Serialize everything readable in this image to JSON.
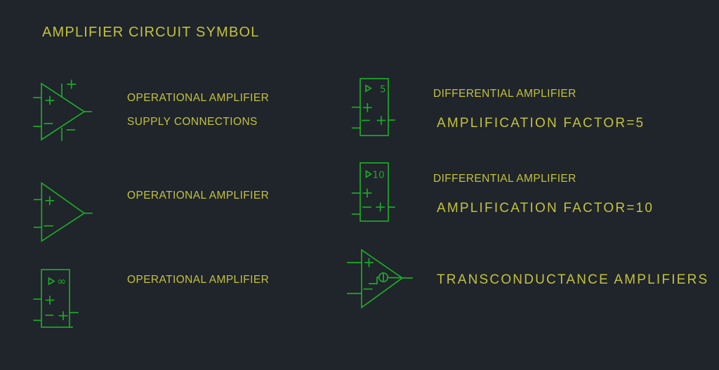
{
  "title": "AMPLIFIER CIRCUIT SYMBOL",
  "colors": {
    "background": "#20242b",
    "line_green": "#1bab27",
    "text_yellow": "#c2c33c"
  },
  "entries": [
    {
      "symbol": "operational-amplifier-with-supply-connections",
      "marks": {
        "inputs": [
          "+",
          "−"
        ],
        "supply": [
          "+",
          "−"
        ]
      },
      "label_line1": "OPERATIONAL AMPLIFIER",
      "label_line2": "SUPPLY CONNECTIONS"
    },
    {
      "symbol": "differential-amplifier-box",
      "gain": "5",
      "marks": {
        "inputs": [
          "+",
          "−"
        ],
        "output": "+"
      },
      "label_line1": "DIFFERENTIAL AMPLIFIER",
      "label_line2": "AMPLIFICATION FACTOR=5"
    },
    {
      "symbol": "operational-amplifier-triangle",
      "marks": {
        "inputs": [
          "+",
          "−"
        ]
      },
      "label_line1": "OPERATIONAL AMPLIFIER"
    },
    {
      "symbol": "differential-amplifier-box",
      "gain": "10",
      "marks": {
        "inputs": [
          "+",
          "−"
        ],
        "output": "+"
      },
      "label_line1": "DIFFERENTIAL AMPLIFIER",
      "label_line2": "AMPLIFICATION FACTOR=10"
    },
    {
      "symbol": "operational-amplifier-box-infinite-gain",
      "gain": "∞",
      "marks": {
        "inputs": [
          "+",
          "−"
        ],
        "output": "+"
      },
      "label_line1": "OPERATIONAL AMPLIFIER"
    },
    {
      "symbol": "transconductance-amplifier",
      "marks": {
        "inputs": [
          "+",
          "−"
        ],
        "internal": "current-source"
      },
      "label_line1": "TRANSCONDUCTANCE AMPLIFIERS"
    }
  ]
}
